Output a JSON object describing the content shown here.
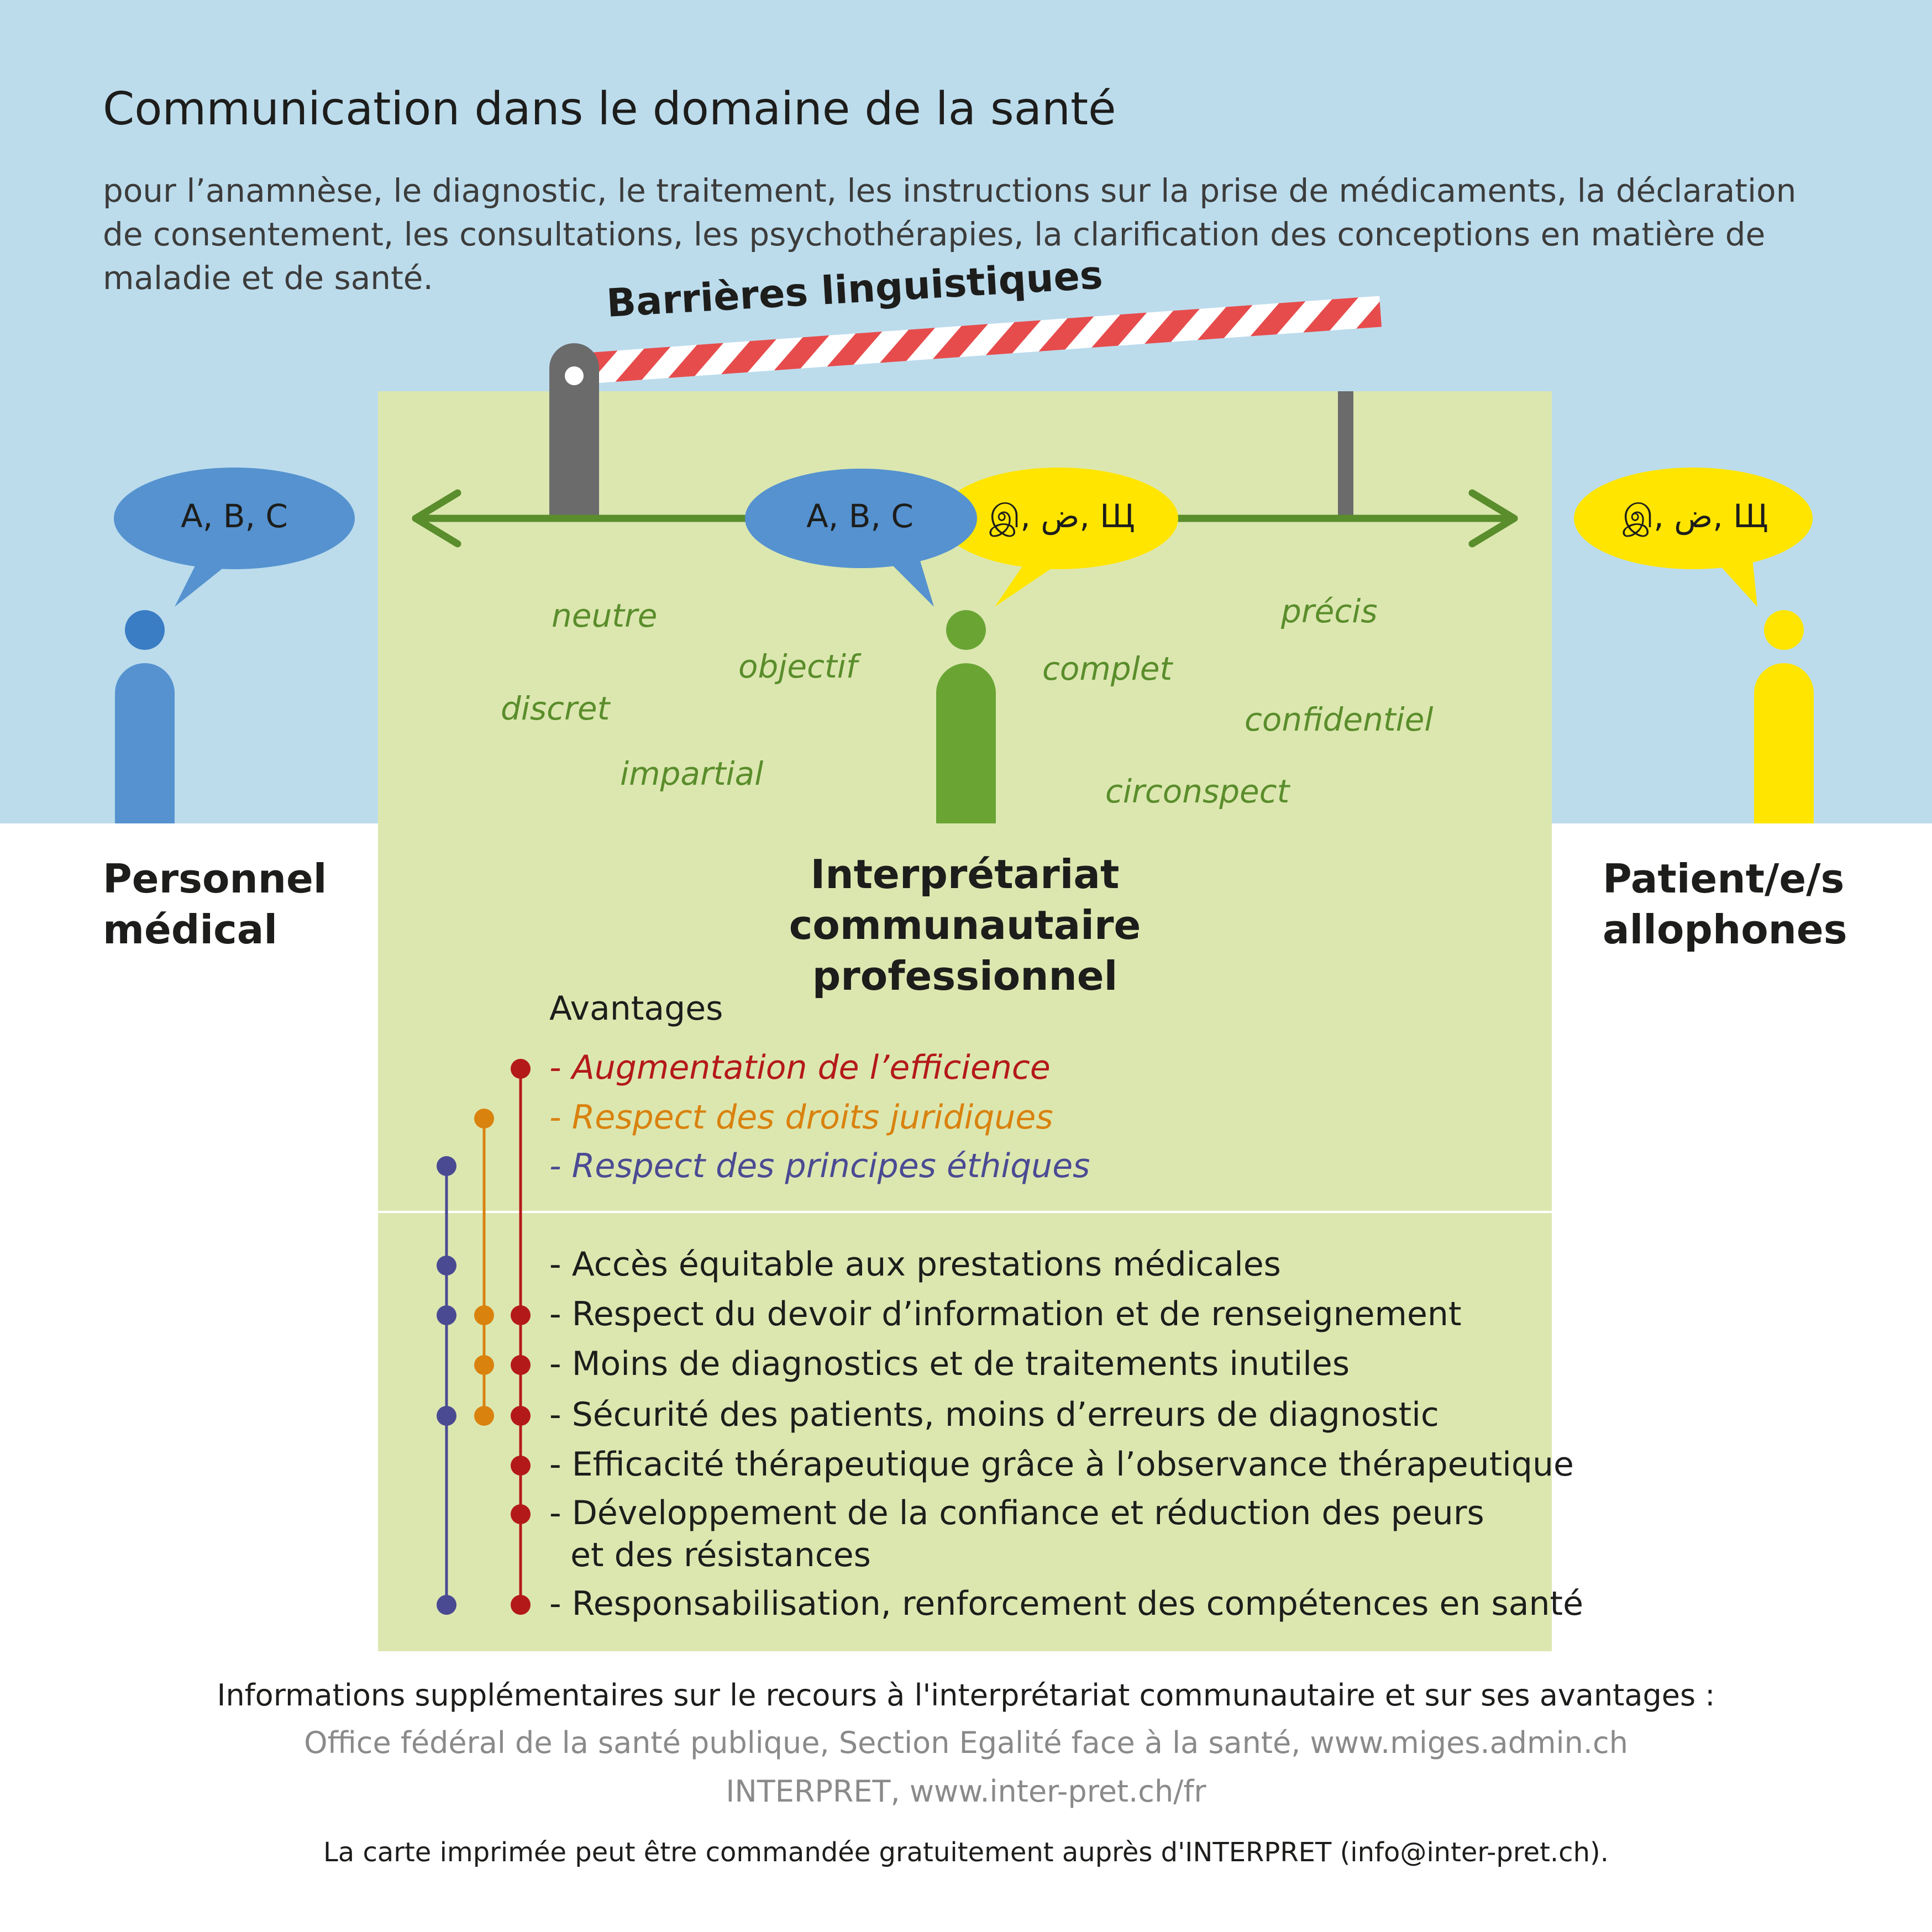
{
  "header": {
    "title": "Communication dans le domaine de la santé",
    "subtitle": "pour l’anamnèse, le diagnostic, le traitement, les instructions sur la prise de médicaments, la déclaration de consentement, les consultations, les psychothérapies, la clarification des conceptions en matière de maladie et de santé."
  },
  "barrier": {
    "label": "Barrières linguistiques"
  },
  "bubbles": {
    "medical": "A, B, C",
    "interp_left": "A, B, C",
    "interp_right": "இ, ض, Щ",
    "patient": "இ, ض, Щ"
  },
  "qualities": {
    "neutre": "neutre",
    "objectif": "objectif",
    "discret": "discret",
    "impartial": "impartial",
    "precis": "précis",
    "complet": "complet",
    "confidentiel": "confidentiel",
    "circonspect": "circonspect"
  },
  "roles": {
    "medical_line1": "Personnel",
    "medical_line2": "médical",
    "interp_line1": "Interprétariat",
    "interp_line2": "communautaire professionnel",
    "patient_line1": "Patient/e/s",
    "patient_line2": "allophones"
  },
  "advantages": {
    "heading": "Avantages",
    "main": [
      "- Augmentation de l’efficience",
      "- Respect des droits juridiques",
      "- Respect des principes éthiques"
    ],
    "items": [
      "- Accès équitable aux prestations médicales",
      "- Respect du devoir d’information et de renseignement",
      "- Moins de diagnostics et de traitements inutiles",
      "- Sécurité des patients, moins d’erreurs de diagnostic",
      "- Efficacité thérapeutique grâce à l’observance thérapeutique",
      "- Développement de la confiance et réduction des peurs",
      "  et des résistances",
      "- Responsabilisation, renforcement des compétences en santé"
    ]
  },
  "footer": {
    "info": "Informations supplémentaires sur le recours à l'interprétariat communautaire et sur ses avantages :",
    "ofsp": "Office fédéral de la santé publique, Section Egalité face à la santé, www.miges.admin.ch",
    "interpret": "INTERPRET, www.inter-pret.ch/fr",
    "order": "La carte imprimée peut être commandée gratuitement auprès d'INTERPRET (info@inter-pret.ch)."
  },
  "colors": {
    "sky": "#bcdcec",
    "panel": "#dce7b0",
    "medical_blue": "#5592cf",
    "interpreter_green": "#6aa534",
    "patient_yellow": "#ffe500",
    "efficiency_red": "#b41919",
    "legal_orange": "#d9820e",
    "ethics_purple": "#4a4a93",
    "barrier_red": "#e74c4c"
  }
}
